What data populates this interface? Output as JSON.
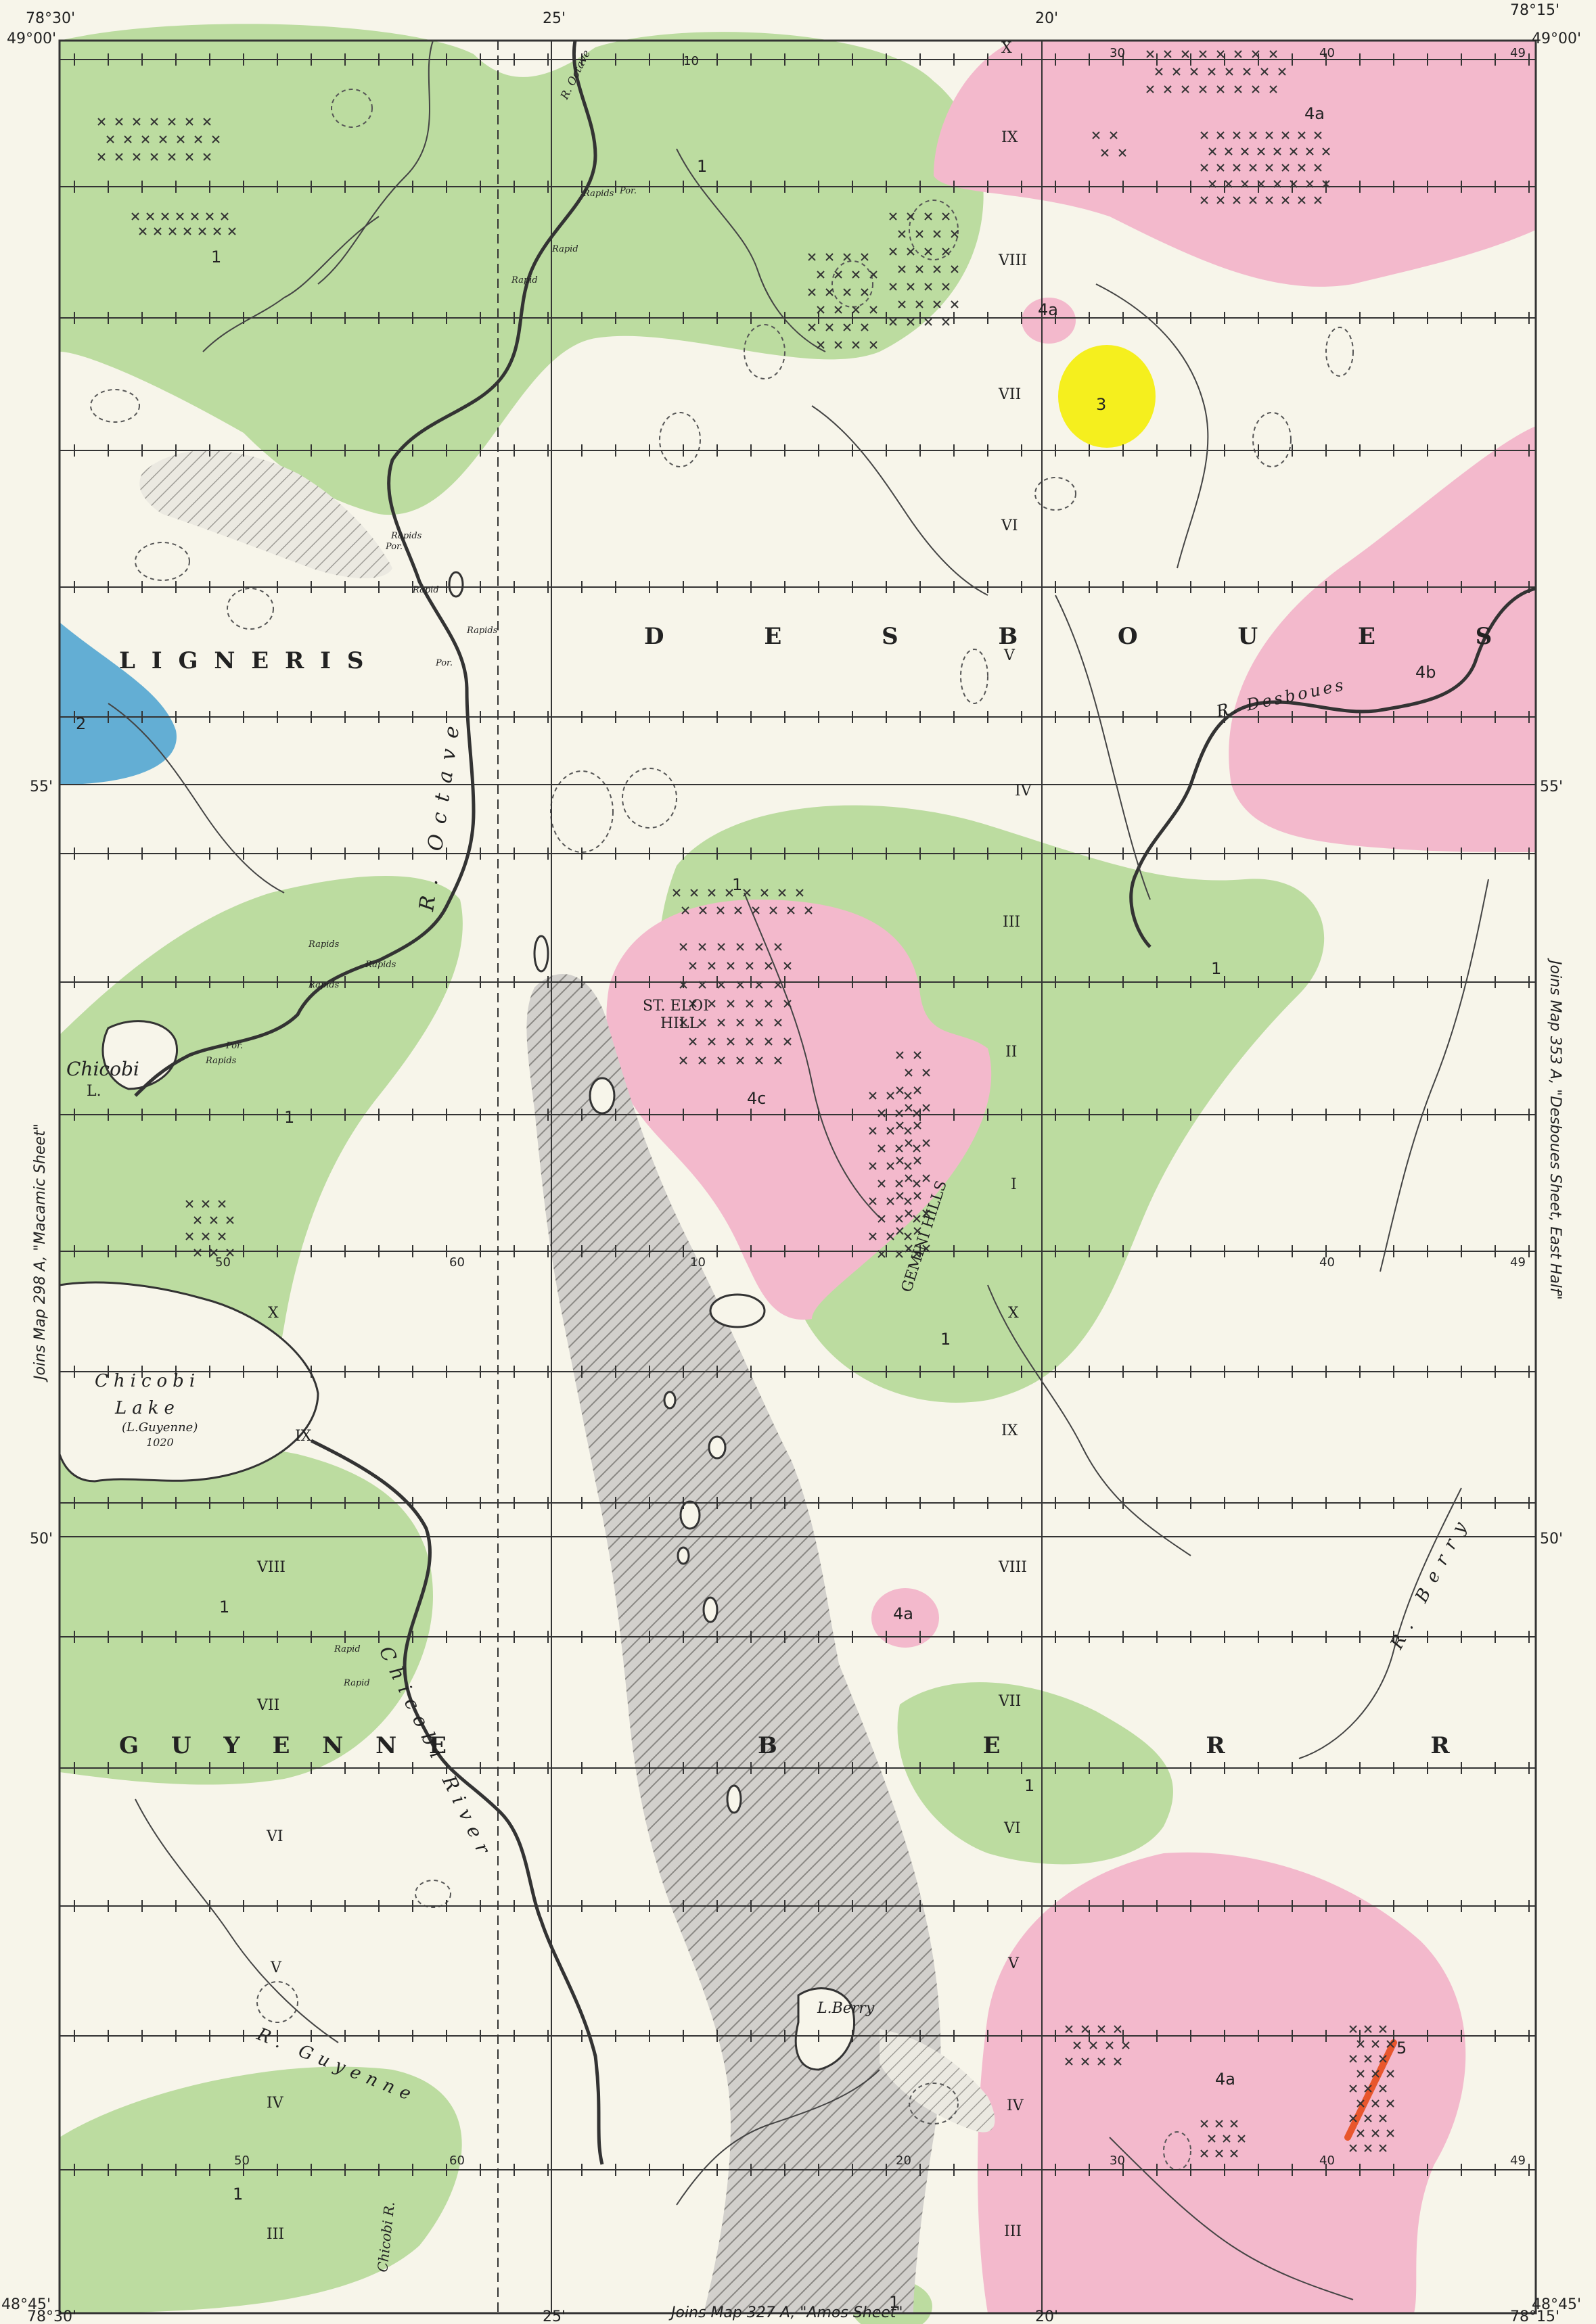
{
  "corners": {
    "tl_lon": "78°30'",
    "tl_lat": "49°00'",
    "tr_lon": "78°15'",
    "tr_lat": "49°00'",
    "bl_lon": "78°30'",
    "bl_lat": "48°45'",
    "br_lon": "78°15'",
    "br_lat": "48°45'"
  },
  "minutes": {
    "m25": "25'",
    "m20": "20'",
    "m55": "55'",
    "m50": "50'"
  },
  "joins": {
    "left": "Joins Map 298 A, \"Macamic Sheet\"",
    "right": "Joins Map 353 A, \"Desboues Sheet, East Half\"",
    "bottom": "Joins Map 327 A, \"Amos Sheet\""
  },
  "townships": {
    "ligneris": "L I G N E R I S",
    "desboues": "D E S B O U E S",
    "guyenne": "G U Y E N N E",
    "berry": "B E R R Y"
  },
  "places": {
    "chicobi_l": [
      "Chicobi",
      "L."
    ],
    "chicobi_lake": [
      "Chicobi",
      "Lake",
      "(L.Guyenne)",
      "1020"
    ],
    "st_eloi": [
      "ST. ELOI",
      "HILL"
    ],
    "gemini": "GEMINI HILLS",
    "l_berry": "L.Berry"
  },
  "rivers": {
    "octave": "R. Octave",
    "octave_n": "R. Octave",
    "desboues": "R. Desboues",
    "chicobi": "Chicobi River",
    "guyenne": "R. Guyenne",
    "berry": "R. Berry",
    "chicobi_r": "Chicobi R."
  },
  "river_notes": {
    "rapids": "Rapids",
    "rapid": "Rapid",
    "por": "Por."
  },
  "ranges": [
    "X",
    "IX",
    "VIII",
    "VII",
    "VI",
    "V",
    "IV",
    "III",
    "II",
    "I"
  ],
  "lot_numbers": [
    "10",
    "20",
    "30",
    "40",
    "49",
    "50",
    "60"
  ],
  "units": {
    "u1": "1",
    "u2": "2",
    "u3": "3",
    "u4a": "4a",
    "u4b": "4b",
    "u4c": "4c",
    "u5": "5"
  },
  "colors": {
    "unit1": "#bcdca0",
    "unit2": "#63aed4",
    "unit3": "#f5ef1e",
    "unit4": "#f3b9cc",
    "unit5": "#e8562c",
    "esker": "#c4c2bf",
    "grid": "#333333",
    "drainage": "#333333",
    "paper": "#f7f5ea"
  }
}
